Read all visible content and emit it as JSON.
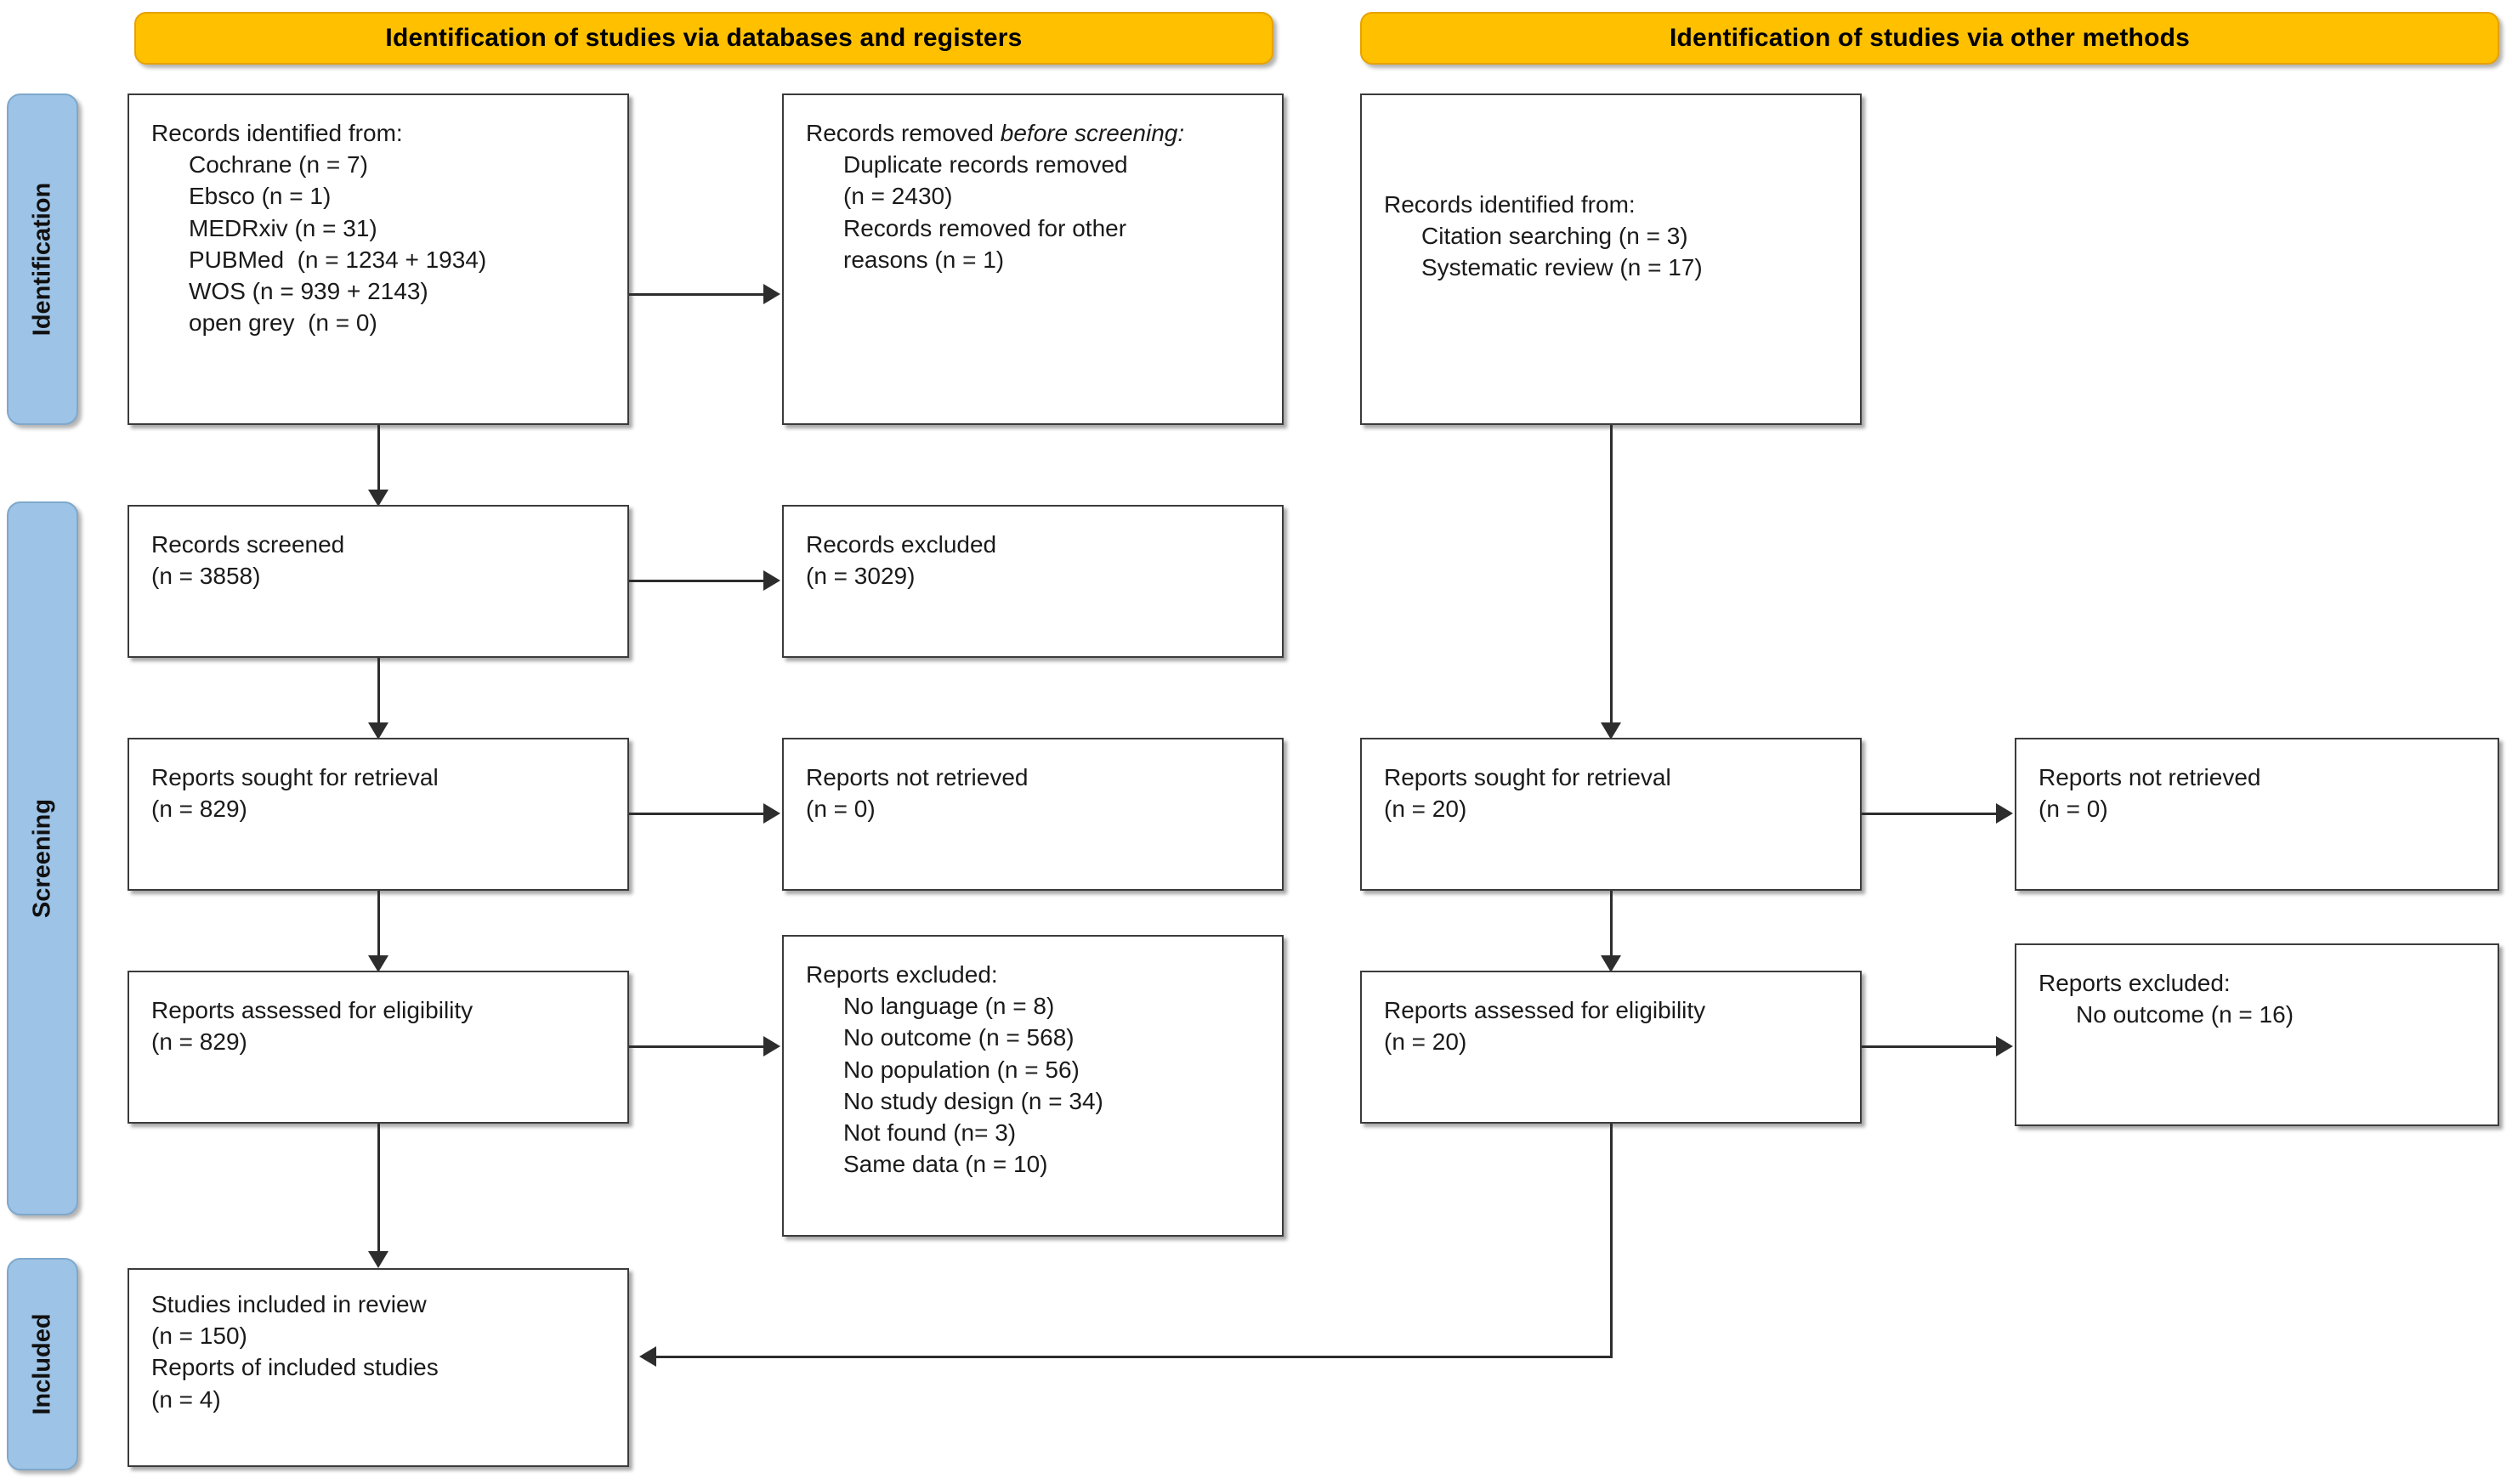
{
  "diagram": {
    "title": "PRISMA 2020 flow diagram",
    "colors": {
      "banner_fill": "#FFC000",
      "phase_fill": "#9DC3E6",
      "box_border": "#3b3b3b",
      "connector": "#2d2d2d"
    }
  },
  "banners": {
    "left": "Identification of studies via databases and registers",
    "right": "Identification of studies via other methods"
  },
  "phases": {
    "identification": "Identification",
    "screening": "Screening",
    "included": "Included"
  },
  "boxes": {
    "records_identified": {
      "title": "Records identified from:",
      "items": [
        "Cochrane (n = 7)",
        "Ebsco (n = 1)",
        "MEDRxiv (n = 31)",
        "PUBMed  (n = 1234 + 1934)",
        "WOS (n = 939 + 2143)",
        "open grey  (n = 0)"
      ]
    },
    "records_removed": {
      "title_plain": "Records removed ",
      "title_italic": "before screening:",
      "items": [
        "Duplicate records removed",
        "(n = 2430)",
        "Records removed for other",
        "reasons (n = 1)"
      ]
    },
    "records_screened": {
      "line1": "Records screened",
      "line2": "(n = 3858)"
    },
    "records_excluded": {
      "line1": "Records excluded",
      "line2": "(n = 3029)"
    },
    "reports_sought_left": {
      "line1": "Reports sought for retrieval",
      "line2": "(n = 829)"
    },
    "reports_not_retrieved_left": {
      "line1": "Reports not retrieved",
      "line2": "(n = 0)"
    },
    "reports_assessed_left": {
      "line1": "Reports assessed for eligibility",
      "line2": "(n = 829)"
    },
    "reports_excluded_left": {
      "title": "Reports excluded:",
      "items": [
        "No language (n = 8)",
        "No outcome (n = 568)",
        "No population (n = 56)",
        "No study design (n = 34)",
        "Not found (n= 3)",
        "Same data (n = 10)"
      ]
    },
    "records_identified_other": {
      "title": "Records identified from:",
      "items": [
        "Citation searching (n = 3)",
        "Systematic review (n = 17)"
      ]
    },
    "reports_sought_right": {
      "line1": "Reports sought for retrieval",
      "line2": "(n = 20)"
    },
    "reports_not_retrieved_right": {
      "line1": "Reports not retrieved",
      "line2": "(n = 0)"
    },
    "reports_assessed_right": {
      "line1": "Reports assessed for eligibility",
      "line2": "(n = 20)"
    },
    "reports_excluded_right": {
      "title": "Reports excluded:",
      "items": [
        "No outcome (n = 16)"
      ]
    },
    "studies_included": {
      "line1": "Studies included in review",
      "line2": "(n = 150)",
      "line3": "Reports of included studies",
      "line4": "(n = 4)"
    }
  }
}
